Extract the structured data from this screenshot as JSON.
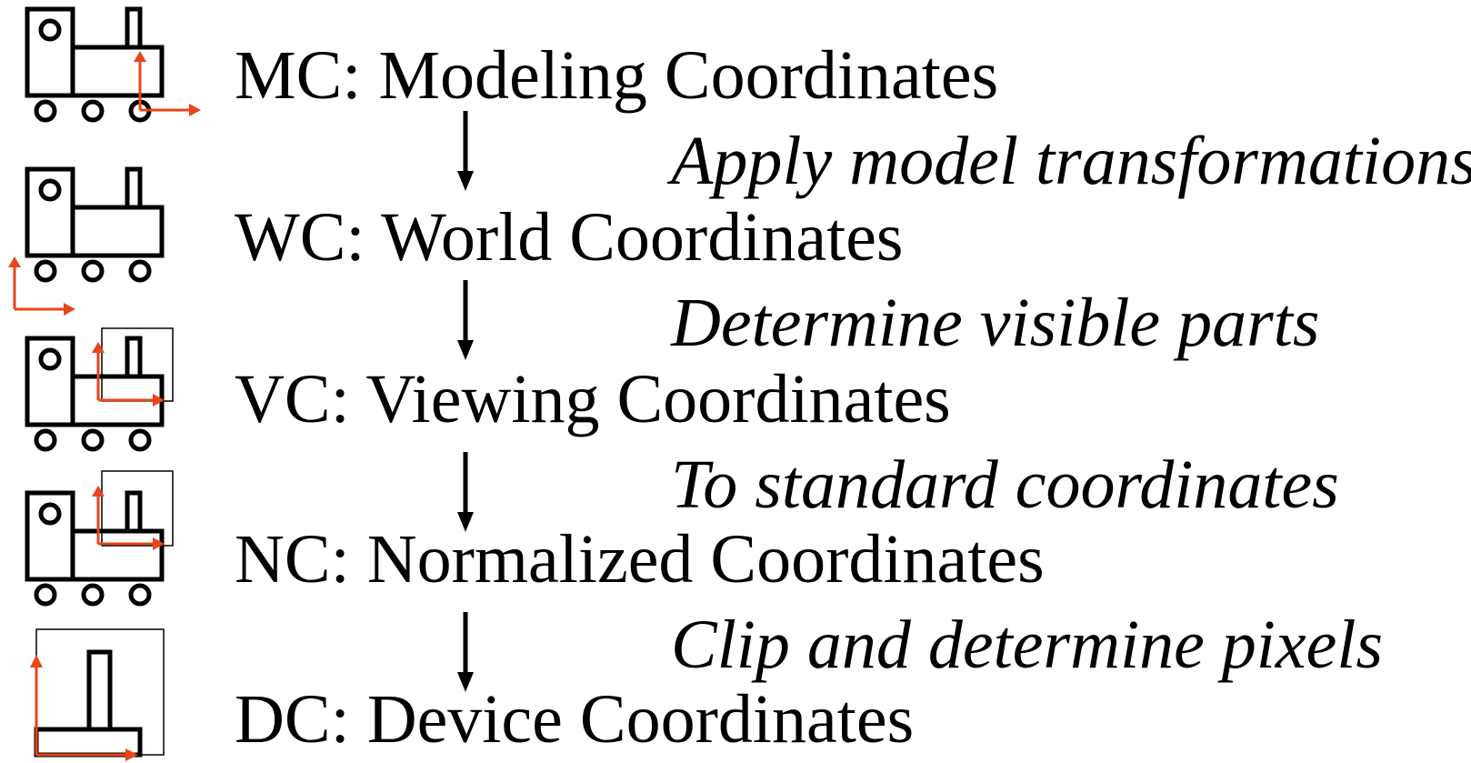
{
  "stages": [
    {
      "id": "mc",
      "label": "MC: Modeling Coordinates"
    },
    {
      "id": "wc",
      "label": "WC: World Coordinates"
    },
    {
      "id": "vc",
      "label": "VC: Viewing Coordinates"
    },
    {
      "id": "nc",
      "label": "NC: Normalized Coordinates"
    },
    {
      "id": "dc",
      "label": "DC: Device Coordinates"
    }
  ],
  "transforms": [
    {
      "label": "Apply model transformations"
    },
    {
      "label": "Determine visible parts"
    },
    {
      "label": "To standard coordinates"
    },
    {
      "label": "Clip and determine pixels"
    }
  ],
  "colors": {
    "axis": "#e8451b",
    "lines": "#000000",
    "background": "#ffffff"
  },
  "icons": [
    "train-icon",
    "axes-icon",
    "view-window-icon",
    "down-arrow-icon"
  ]
}
